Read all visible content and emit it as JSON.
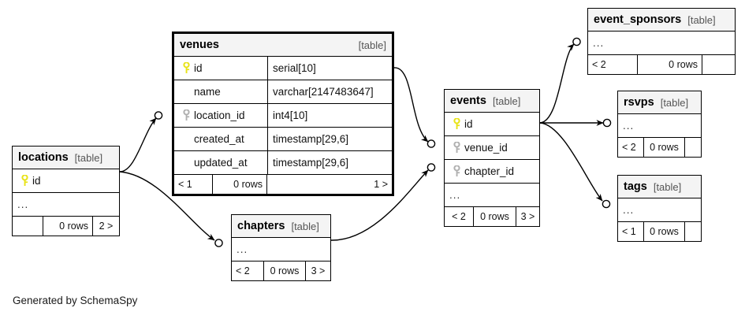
{
  "diagram": {
    "caption": "Generated by SchemaSpy",
    "table_tag": "[table]",
    "ellipsis": "...",
    "colors": {
      "primary_key": "#e8e317",
      "foreign_key": "#b0b0b0",
      "header_bg": "#f4f4f4",
      "border": "#000000",
      "background": "#ffffff"
    }
  },
  "tables": {
    "venues": {
      "name": "venues",
      "tag": "[table]",
      "focus": true,
      "columns": [
        {
          "key": "primary-key-icon",
          "name": "id",
          "type": "serial[10]"
        },
        {
          "key": "none",
          "name": "name",
          "type": "varchar[2147483647]"
        },
        {
          "key": "foreign-key-icon",
          "name": "location_id",
          "type": "int4[10]"
        },
        {
          "key": "none",
          "name": "created_at",
          "type": "timestamp[29,6]"
        },
        {
          "key": "none",
          "name": "updated_at",
          "type": "timestamp[29,6]"
        }
      ],
      "footer": {
        "left": "< 1",
        "center": "0 rows",
        "right": "1 >"
      }
    },
    "events": {
      "name": "events",
      "tag": "[table]",
      "focus": false,
      "columns": [
        {
          "key": "primary-key-icon",
          "name": "id",
          "type": ""
        },
        {
          "key": "foreign-key-icon",
          "name": "venue_id",
          "type": ""
        },
        {
          "key": "foreign-key-icon",
          "name": "chapter_id",
          "type": ""
        }
      ],
      "ellipsis": "...",
      "footer": {
        "left": "< 2",
        "center": "0 rows",
        "right": "3 >"
      }
    },
    "locations": {
      "name": "locations",
      "tag": "[table]",
      "focus": false,
      "columns": [
        {
          "key": "primary-key-icon",
          "name": "id",
          "type": ""
        }
      ],
      "ellipsis": "...",
      "footer": {
        "left": "",
        "center": "0 rows",
        "right": "2 >"
      }
    },
    "chapters": {
      "name": "chapters",
      "tag": "[table]",
      "focus": false,
      "columns": [],
      "ellipsis": "...",
      "footer": {
        "left": "< 2",
        "center": "0 rows",
        "right": "3 >"
      }
    },
    "event_sponsors": {
      "name": "event_sponsors",
      "tag": "[table]",
      "focus": false,
      "columns": [],
      "ellipsis": "...",
      "footer": {
        "left": "< 2",
        "center": "0 rows",
        "right": ""
      }
    },
    "rsvps": {
      "name": "rsvps",
      "tag": "[table]",
      "focus": false,
      "columns": [],
      "ellipsis": "...",
      "footer": {
        "left": "< 2",
        "center": "0 rows",
        "right": ""
      }
    },
    "tags": {
      "name": "tags",
      "tag": "[table]",
      "focus": false,
      "columns": [],
      "ellipsis": "...",
      "footer": {
        "left": "< 1",
        "center": "0 rows",
        "right": ""
      }
    }
  },
  "relationships": [
    {
      "from": "locations.id",
      "to": "venues.location_id"
    },
    {
      "from": "locations.id",
      "to": "chapters"
    },
    {
      "from": "venues.id",
      "to": "events.venue_id"
    },
    {
      "from": "chapters",
      "to": "events.chapter_id"
    },
    {
      "from": "events.id",
      "to": "event_sponsors"
    },
    {
      "from": "events.id",
      "to": "rsvps"
    },
    {
      "from": "events.id",
      "to": "tags"
    }
  ]
}
